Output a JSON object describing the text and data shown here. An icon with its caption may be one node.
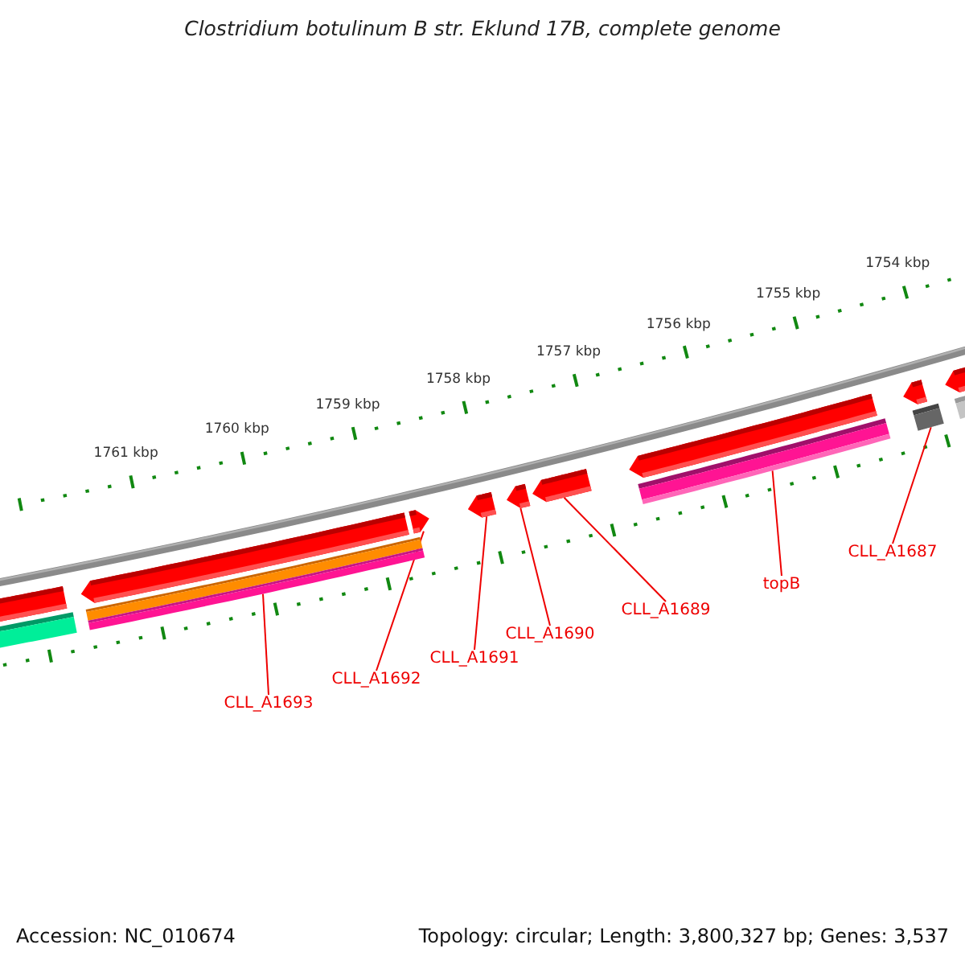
{
  "diagram": {
    "title": "Clostridium botulinum B str. Eklund 17B, complete genome",
    "nodes": [
      {
        "text": [],
        "shape": "bar"
      },
      {
        "text": [],
        "shape": "bar"
      },
      {
        "text": [],
        "shape": "bar"
      },
      {
        "text": [],
        "shape": "bar"
      },
      {
        "text": [],
        "shape": "bar"
      },
      {
        "text": [],
        "shape": "bar"
      },
      {
        "text": [],
        "shape": "bar"
      },
      {
        "text": [],
        "shape": "bar"
      },
      {
        "text": [],
        "shape": "bar"
      },
      {
        "text": [
          "CLL_A1693"
        ]
      },
      {
        "text": [
          "CLL_A1692"
        ]
      },
      {
        "text": [
          "CLL_A1691"
        ]
      },
      {
        "text": [
          "CLL_A1690"
        ]
      },
      {
        "text": [
          "CLL_A1689"
        ]
      },
      {
        "text": [
          "topB"
        ]
      },
      {
        "text": [
          "CLL_A1687"
        ]
      }
    ],
    "edges": [
      {
        "from": 9,
        "to": 1,
        "arrow": "none"
      },
      {
        "from": 10,
        "to": 2,
        "arrow": "none"
      },
      {
        "from": 11,
        "to": 3,
        "arrow": "none"
      },
      {
        "from": 12,
        "to": 4,
        "arrow": "none"
      },
      {
        "from": 13,
        "to": 5,
        "arrow": "none"
      },
      {
        "from": 14,
        "to": 6,
        "arrow": "none"
      },
      {
        "from": 15,
        "to": 7,
        "arrow": "none"
      }
    ],
    "labels": [
      "1761 kbp",
      "1760 kbp",
      "1759 kbp",
      "1758 kbp",
      "1757 kbp",
      "1756 kbp",
      "1755 kbp",
      "1754 kbp",
      "Accession: NC_010674",
      "Topology: circular; Length: 3,800,327 bp; Genes: 3,537"
    ]
  }
}
